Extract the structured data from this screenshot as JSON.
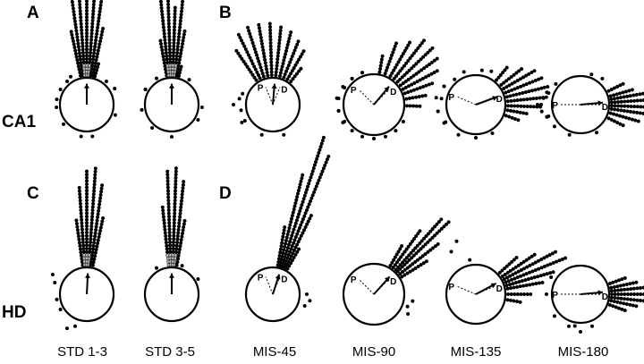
{
  "panel_letters": {
    "a": "A",
    "b": "B",
    "c": "C",
    "d": "D"
  },
  "row_labels": {
    "ca1": "CA1",
    "hd": "HD"
  },
  "column_labels": [
    "STD 1-3",
    "STD 3-5",
    "MIS-45",
    "MIS-90",
    "MIS-135",
    "MIS-180"
  ],
  "proximal_label": "P",
  "distal_label": "D",
  "colors": {
    "ink": "#000000",
    "fill_hatch": "#bbbbbb",
    "background": "#ffffff"
  },
  "chart_data": [
    {
      "type": "circular-histogram",
      "row": "CA1",
      "conditions": [
        {
          "column": "STD 1-3",
          "distal_angle_deg": 0,
          "mean_vector_deg": 0
        },
        {
          "column": "STD 3-5",
          "distal_angle_deg": 0,
          "mean_vector_deg": 0
        },
        {
          "column": "MIS-45",
          "distal_angle_deg": 22,
          "proximal_angle_deg": -22,
          "mean_vector_deg": 5
        },
        {
          "column": "MIS-90",
          "distal_angle_deg": 45,
          "proximal_angle_deg": -45,
          "mean_vector_deg": 40
        },
        {
          "column": "MIS-135",
          "distal_angle_deg": 67,
          "proximal_angle_deg": -67,
          "mean_vector_deg": 70
        },
        {
          "column": "MIS-180",
          "distal_angle_deg": 90,
          "proximal_angle_deg": -90,
          "mean_vector_deg": 85
        }
      ]
    },
    {
      "type": "circular-histogram",
      "row": "HD",
      "conditions": [
        {
          "column": "STD 1-3",
          "distal_angle_deg": 0,
          "mean_vector_deg": 3
        },
        {
          "column": "STD 3-5",
          "distal_angle_deg": 0,
          "mean_vector_deg": 0
        },
        {
          "column": "MIS-45",
          "distal_angle_deg": 22,
          "proximal_angle_deg": -22,
          "mean_vector_deg": 18
        },
        {
          "column": "MIS-90",
          "distal_angle_deg": 45,
          "proximal_angle_deg": -45,
          "mean_vector_deg": 42
        },
        {
          "column": "MIS-135",
          "distal_angle_deg": 67,
          "proximal_angle_deg": -67,
          "mean_vector_deg": 62
        },
        {
          "column": "MIS-180",
          "distal_angle_deg": 90,
          "proximal_angle_deg": -90,
          "mean_vector_deg": 85
        }
      ]
    }
  ]
}
